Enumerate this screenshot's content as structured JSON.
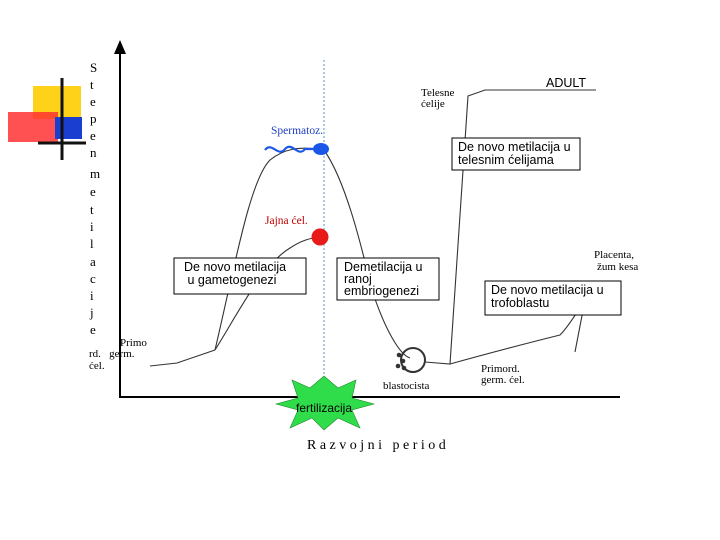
{
  "y_axis_label_lines": [
    "S",
    "t",
    "e",
    "p",
    "e",
    "n",
    "",
    "m",
    "e",
    "t",
    "i",
    "l",
    "a",
    "c",
    "i",
    "j",
    "e"
  ],
  "x_axis_label": "R a z v o j n i   p e r i o d",
  "labels": {
    "primo_line1": "Primo",
    "primo_line2": "rd.   germ.",
    "primo_line3": "ćel.",
    "spermatoz": "Spermatoz.",
    "jajna": "Jajna ćel.",
    "telesne_line1": "Telesne",
    "telesne_line2": "ćelije",
    "adult": "ADULT",
    "placenta_line1": "Placenta,",
    "placenta_line2": "žum kesa",
    "blastocista": "blastocista",
    "primord_line1": "Primord.",
    "primord_line2": "germ. ćel.",
    "fertilizacija": "fertilizacija"
  },
  "boxes": {
    "gametogeneza": [
      "De novo metilacija",
      " u gametogenezi"
    ],
    "embriogeneza": [
      "Demetilacija u",
      "ranoj",
      "embriogenezi"
    ],
    "telesne": [
      "De novo metilacija u",
      "telesnim ćelijama"
    ],
    "trofoblast": [
      "De novo metilacija u",
      "trofoblastu"
    ]
  },
  "colors": {
    "axis": "#000000",
    "curve": "#333333",
    "divider": "#6fa8dc",
    "sperm": "#1a56e8",
    "egg": "#e81a1a",
    "label_red": "#c00000",
    "label_blue": "#1f3fbf",
    "burst": "#2fdc4a",
    "deco_yellow": "#ffd21a",
    "deco_red": "#ff3333",
    "deco_blue": "#1a3fd0"
  }
}
